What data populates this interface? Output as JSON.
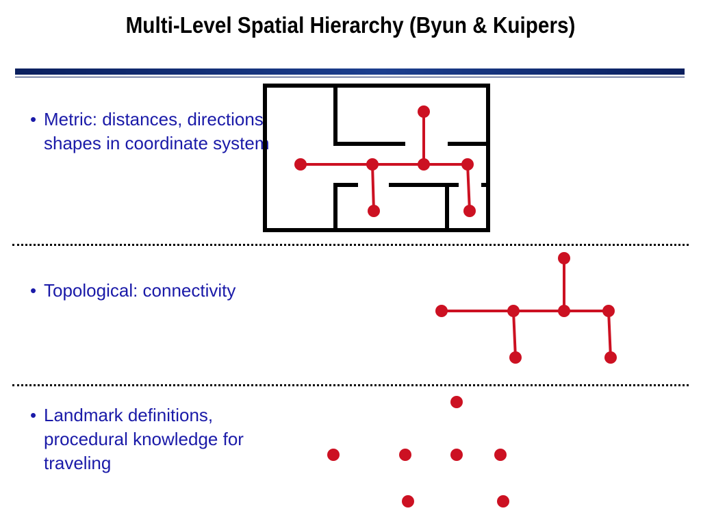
{
  "slide": {
    "title": "Multi-Level Spatial Hierarchy (Byun & Kuipers)"
  },
  "bullets": [
    {
      "id": "metric",
      "marker": "•",
      "text": "Metric:  distances, directions, shapes in coordinate system"
    },
    {
      "id": "topological",
      "marker": "•",
      "text": "Topological:  connectivity"
    },
    {
      "id": "landmark",
      "marker": "•",
      "text": "Landmark definitions, procedural knowledge for traveling"
    }
  ],
  "colors": {
    "title_text": "#000000",
    "bullet_text": "#1a1aa8",
    "graph_red": "#cc1122",
    "wall_black": "#000000",
    "rule_navy": "#0a1f5e"
  },
  "graph": {
    "nodes": [
      "top",
      "left",
      "center-left",
      "center",
      "center-right",
      "bottom-left",
      "bottom-right"
    ],
    "edges": [
      [
        "left",
        "center-left"
      ],
      [
        "center-left",
        "center"
      ],
      [
        "center",
        "center-right"
      ],
      [
        "center",
        "top"
      ],
      [
        "center-left",
        "bottom-left"
      ],
      [
        "center-right",
        "bottom-right"
      ]
    ]
  }
}
